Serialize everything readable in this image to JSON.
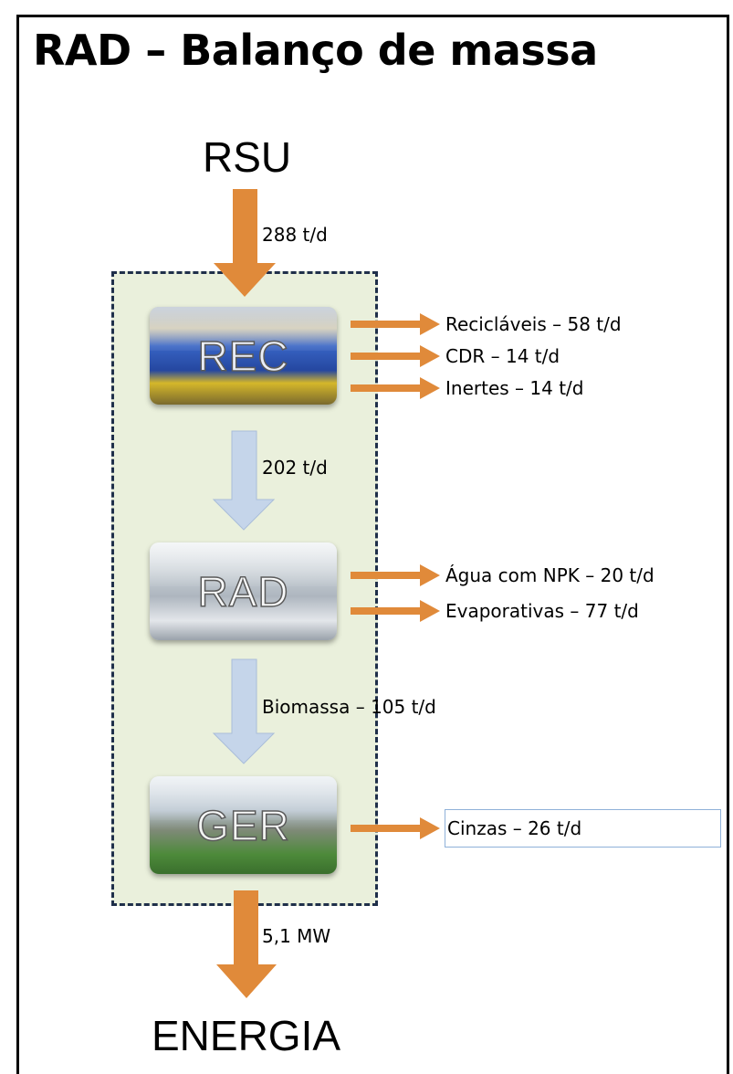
{
  "title": "RAD – Balanço de massa",
  "input": "RSU",
  "output": "ENERGIA",
  "flows": {
    "rsu_in": "288 t/d",
    "rec_to_rad": "202 t/d",
    "rad_to_ger": "Biomassa – 105 t/d",
    "energy_out": "5,1 MW"
  },
  "nodes": {
    "rec": "REC",
    "rad": "RAD",
    "ger": "GER"
  },
  "outputs": {
    "rec": [
      "Recicláveis – 58 t/d",
      "CDR – 14 t/d",
      "Inertes – 14 t/d"
    ],
    "rad": [
      "Água com NPK – 20 t/d",
      "Evaporativas – 77 t/d"
    ],
    "ger": [
      "Cinzas – 26 t/d"
    ]
  },
  "colors": {
    "main_arrow": "#e08a3a",
    "internal_arrow": "#c5d5ea",
    "process_area": "#eaf0dc",
    "dashed_border": "#1f2f4a"
  }
}
